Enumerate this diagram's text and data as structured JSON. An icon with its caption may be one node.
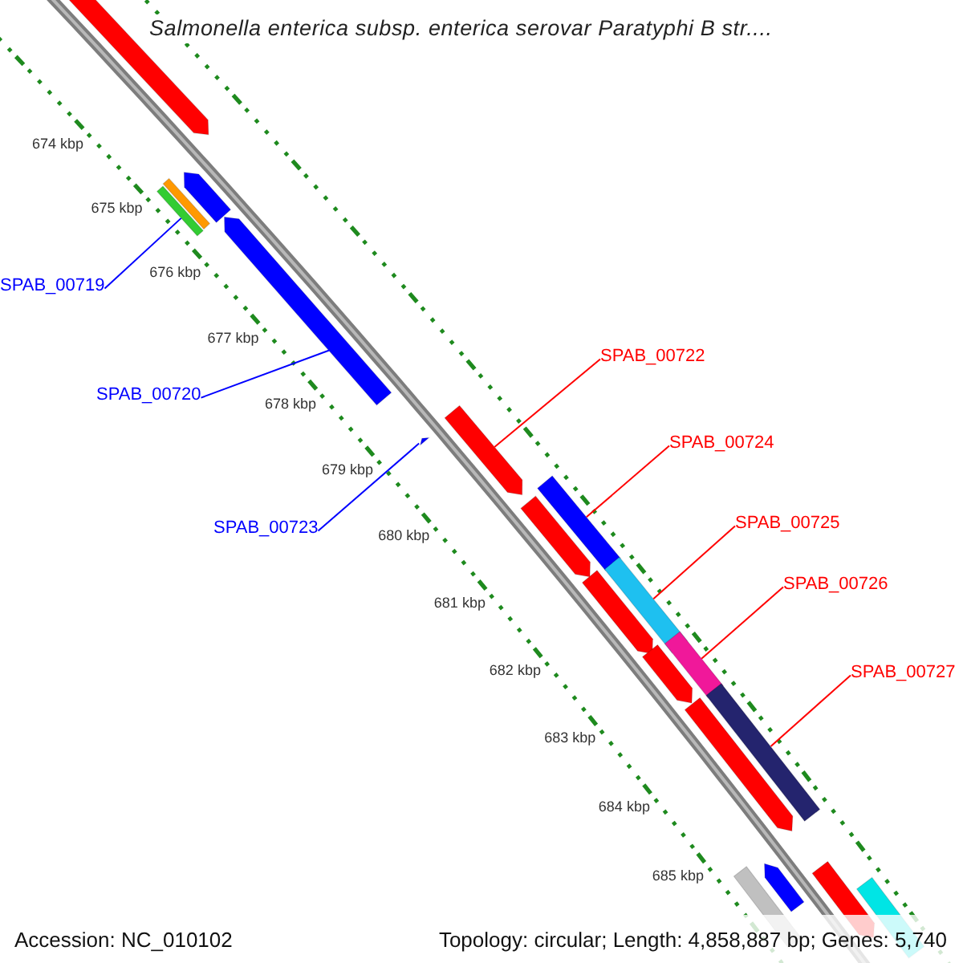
{
  "diagram": {
    "title": "Salmonella enterica subsp. enterica serovar Paratyphi B str....",
    "nodes": [
      {
        "text": [
          "SPAB_00719"
        ]
      },
      {
        "text": [
          "SPAB_00722"
        ]
      },
      {
        "text": [
          "SPAB_00720"
        ]
      },
      {
        "text": [
          "SPAB_00724"
        ]
      },
      {
        "text": [
          "SPAB_00725"
        ]
      },
      {
        "text": [
          "SPAB_00723"
        ]
      },
      {
        "text": [
          "SPAB_00726"
        ]
      },
      {
        "text": [
          "SPAB_00727"
        ]
      },
      {
        "text": [],
        "shape": "bar"
      },
      {
        "text": [],
        "shape": "bar"
      },
      {
        "text": [],
        "shape": "bar"
      },
      {
        "text": [],
        "shape": "bar"
      },
      {
        "text": [],
        "shape": "bar"
      },
      {
        "text": [],
        "shape": "bar"
      },
      {
        "text": [],
        "shape": "bar"
      },
      {
        "text": [],
        "shape": "bar"
      },
      {
        "text": [],
        "shape": "bar"
      },
      {
        "text": [],
        "shape": "bar"
      },
      {
        "text": [],
        "shape": "bar"
      },
      {
        "text": [],
        "shape": "bar"
      },
      {
        "text": [],
        "shape": "bar"
      },
      {
        "text": [],
        "shape": "bar"
      },
      {
        "text": [],
        "shape": "bar"
      },
      {
        "text": [],
        "shape": "bar"
      },
      {
        "text": [],
        "shape": "bar"
      },
      {
        "text": [],
        "shape": "bar"
      },
      {
        "text": [],
        "shape": "bar"
      }
    ],
    "edges": [
      {
        "from": 0,
        "to": 8,
        "arrow": "none",
        "color": "#0000ff"
      },
      {
        "from": 1,
        "to": 11,
        "arrow": "none"
      },
      {
        "from": 2,
        "to": 9,
        "arrow": "none",
        "color": "#0000ff"
      },
      {
        "from": 3,
        "to": 12,
        "arrow": "none"
      },
      {
        "from": 4,
        "to": 13,
        "arrow": "none"
      },
      {
        "from": 5,
        "to": 10,
        "arrow": "none",
        "color": "#0000ff"
      },
      {
        "from": 6,
        "to": 14,
        "arrow": "none"
      },
      {
        "from": 7,
        "to": 15,
        "arrow": "none"
      }
    ],
    "labels": [
      "674 kbp",
      "675 kbp",
      "676 kbp",
      "677 kbp",
      "678 kbp",
      "679 kbp",
      "680 kbp",
      "681 kbp",
      "682 kbp",
      "683 kbp",
      "684 kbp",
      "685 kbp",
      "Accession: NC_010102",
      "Topology: circular; Length: 4,858,887 bp; Genes: 5,740"
    ]
  }
}
